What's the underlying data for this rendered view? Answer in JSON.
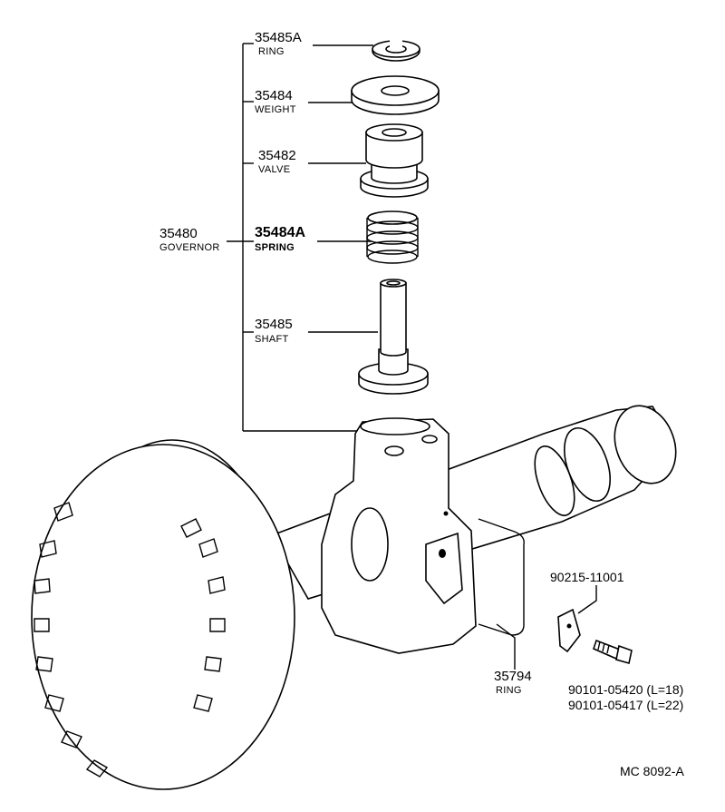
{
  "diagram": {
    "parts": [
      {
        "number": "35485A",
        "name": "RING"
      },
      {
        "number": "35484",
        "name": "WEIGHT"
      },
      {
        "number": "35482",
        "name": "VALVE"
      },
      {
        "number": "35484A",
        "name": "SPRING"
      },
      {
        "number": "35485",
        "name": "SHAFT"
      },
      {
        "number": "35480",
        "name": "GOVERNOR"
      },
      {
        "number": "35794",
        "name": "RING"
      },
      {
        "number": "90215-11001",
        "name": ""
      },
      {
        "number": "90101-05420 (L=18)",
        "name": ""
      },
      {
        "number": "90101-05417 (L=22)",
        "name": ""
      }
    ],
    "figure_code": "MC 8092-A"
  }
}
